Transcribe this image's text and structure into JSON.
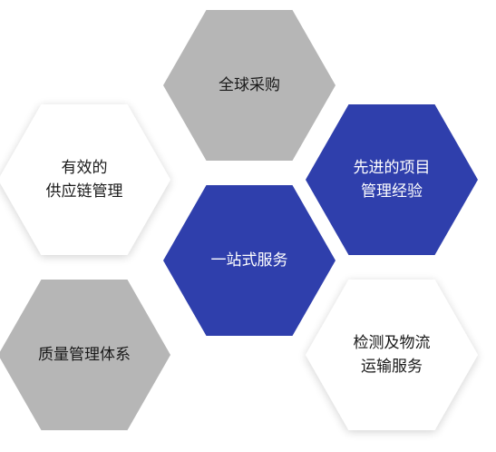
{
  "colors": {
    "gray_fill": "#b6b6b6",
    "blue_fill": "#2f3fac",
    "white_fill": "#ffffff",
    "shadow": "#000000",
    "dark_text": "#1a1a1a",
    "light_text": "#ffffff"
  },
  "hexagons": [
    {
      "id": "global-procurement",
      "style": "gray",
      "lines": [
        "全球采购"
      ]
    },
    {
      "id": "supply-chain",
      "style": "white",
      "lines": [
        "有效的",
        "供应链管理"
      ]
    },
    {
      "id": "project-management",
      "style": "blue",
      "lines": [
        "先进的项目",
        "管理经验"
      ]
    },
    {
      "id": "one-stop-service",
      "style": "blue",
      "lines": [
        "一站式服务"
      ]
    },
    {
      "id": "quality-system",
      "style": "gray",
      "lines": [
        "质量管理体系"
      ]
    },
    {
      "id": "logistics",
      "style": "white",
      "lines": [
        "检测及物流",
        "运输服务"
      ]
    }
  ]
}
